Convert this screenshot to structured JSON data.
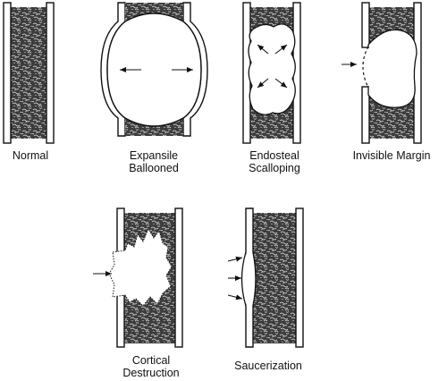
{
  "panels": [
    {
      "id": "normal",
      "label_lines": [
        "Normal"
      ]
    },
    {
      "id": "expansile",
      "label_lines": [
        "Expansile",
        "Ballooned"
      ]
    },
    {
      "id": "endosteal",
      "label_lines": [
        "Endosteal",
        "Scalloping"
      ]
    },
    {
      "id": "invisible",
      "label_lines": [
        "Invisible Margin"
      ]
    },
    {
      "id": "cortical",
      "label_lines": [
        "Cortical",
        "Destruction"
      ]
    },
    {
      "id": "saucerization",
      "label_lines": [
        "Saucerization"
      ]
    }
  ],
  "colors": {
    "ink": "#111111",
    "paper": "#ffffff",
    "marrow": "#3a3a3a"
  }
}
